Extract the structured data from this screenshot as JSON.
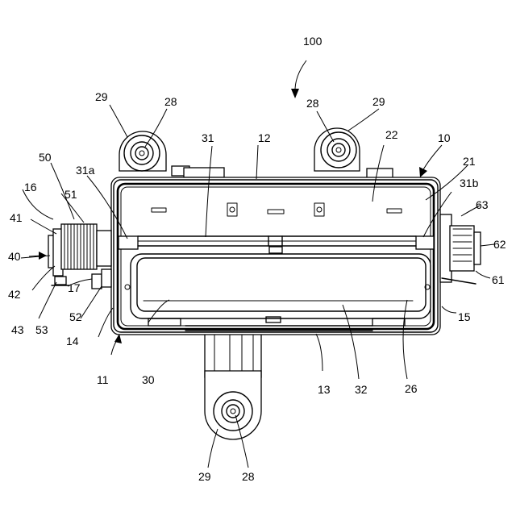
{
  "labels": {
    "n100": "100",
    "n10": "10",
    "n11": "11",
    "n12": "12",
    "n13": "13",
    "n14": "14",
    "n15": "15",
    "n16": "16",
    "n17": "17",
    "n21": "21",
    "n22": "22",
    "n26": "26",
    "n28a": "28",
    "n28b": "28",
    "n28c": "28",
    "n29a": "29",
    "n29b": "29",
    "n29c": "29",
    "n30": "30",
    "n31": "31",
    "n31a": "31a",
    "n31b": "31b",
    "n32": "32",
    "n40": "40",
    "n41": "41",
    "n42": "42",
    "n43": "43",
    "n50": "50",
    "n51": "51",
    "n52": "52",
    "n53": "53",
    "n61": "61",
    "n62": "62",
    "n63": "63"
  }
}
